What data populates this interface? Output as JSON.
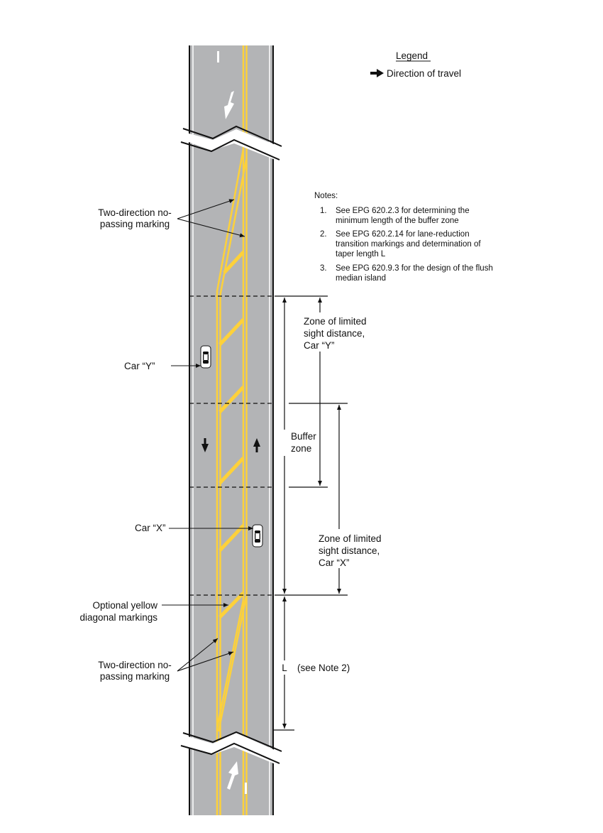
{
  "legend": {
    "title": "Legend",
    "direction_label": "Direction of travel",
    "arrow_icon": "arrow-right-icon"
  },
  "notes": {
    "title": "Notes:",
    "items": [
      {
        "num": "1.",
        "lines": [
          "See EPG 620.2.3 for determining the",
          "minimum length of the buffer zone"
        ]
      },
      {
        "num": "2.",
        "lines": [
          "See EPG 620.2.14 for lane-reduction",
          "transition markings and determination of",
          "taper length L"
        ]
      },
      {
        "num": "3.",
        "lines": [
          "See EPG 620.9.3 for the design of the flush",
          "median island"
        ]
      }
    ]
  },
  "labels": {
    "two_direction_top": [
      "Two-direction no-",
      "passing marking"
    ],
    "car_y": "Car “Y”",
    "car_x": "Car “X”",
    "optional": [
      "Optional yellow",
      "diagonal markings"
    ],
    "two_direction_bottom": [
      "Two-direction no-",
      "passing marking"
    ],
    "zone_y": [
      "Zone of limited",
      "sight distance,",
      "Car “Y”"
    ],
    "buffer": [
      "Buffer",
      "zone"
    ],
    "zone_x": [
      "Zone of limited",
      "sight distance,",
      "Car “X”"
    ],
    "taper": "L",
    "taper_note": "(see Note 2)"
  },
  "colors": {
    "road": "#b3b4b6",
    "yellow": "#fdd13a",
    "edge": "#111111",
    "white": "#ffffff"
  }
}
